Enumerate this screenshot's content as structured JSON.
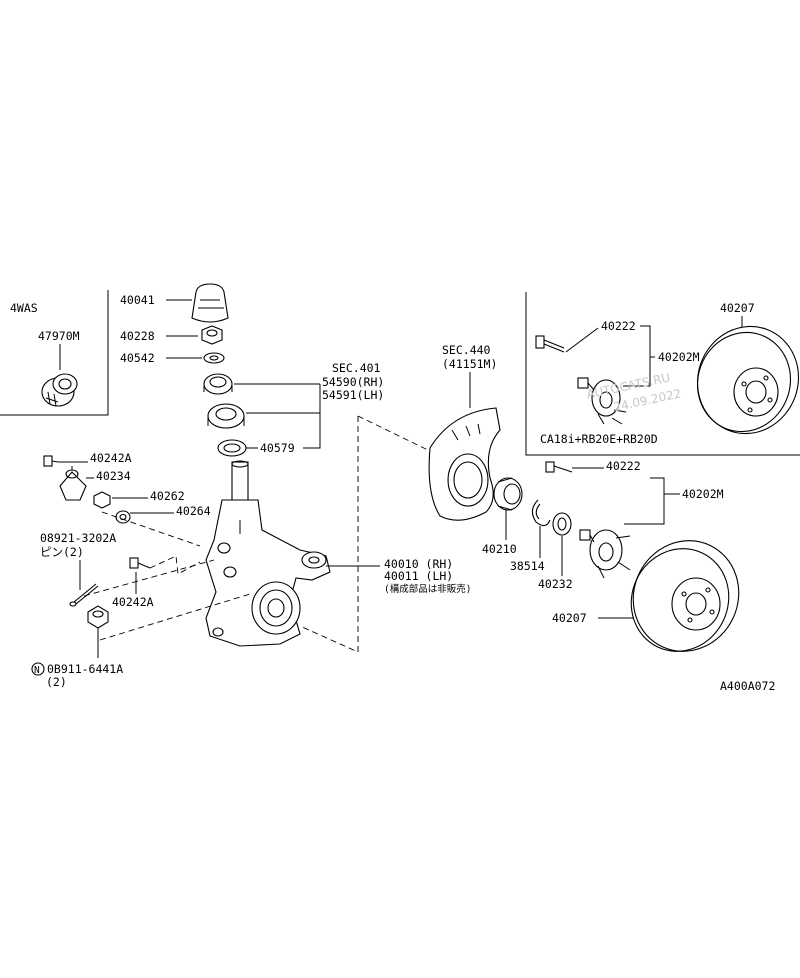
{
  "inset_left": {
    "title": "4WAS",
    "part": "47970M"
  },
  "inset_right": {
    "variant": "CA18i+RB20E+RB20D",
    "hub_bolt": "40222",
    "hub": "40202M",
    "rotor": "40207"
  },
  "labels": {
    "p40041": "40041",
    "p40228": "40228",
    "p40542": "40542",
    "sec401": "SEC.401",
    "p54590": "54590(RH)",
    "p54591": "54591(LH)",
    "p40579": "40579",
    "p40242a_top": "40242A",
    "p40234": "40234",
    "p40262": "40262",
    "p40264": "40264",
    "p08921": "08921-3202A",
    "pin": "ピン(2)",
    "p40242a_bot": "40242A",
    "p40010": "40010 (RH)",
    "p40011": "40011 (LH)",
    "not_sold": "(構成部品は非販売)",
    "p08911": "0B911-6441A",
    "p08911_qty": "(2)",
    "n_circle": "N",
    "sec440": "SEC.440",
    "p41151": "(41151M)",
    "p40210": "40210",
    "p38514": "38514",
    "p40232": "40232",
    "p40222": "40222",
    "p40202m": "40202M",
    "p40207": "40207"
  },
  "watermark": {
    "line1": "AUTOCATS.RU",
    "line2": "24.09.2022"
  },
  "diagram_code": "A400A072"
}
